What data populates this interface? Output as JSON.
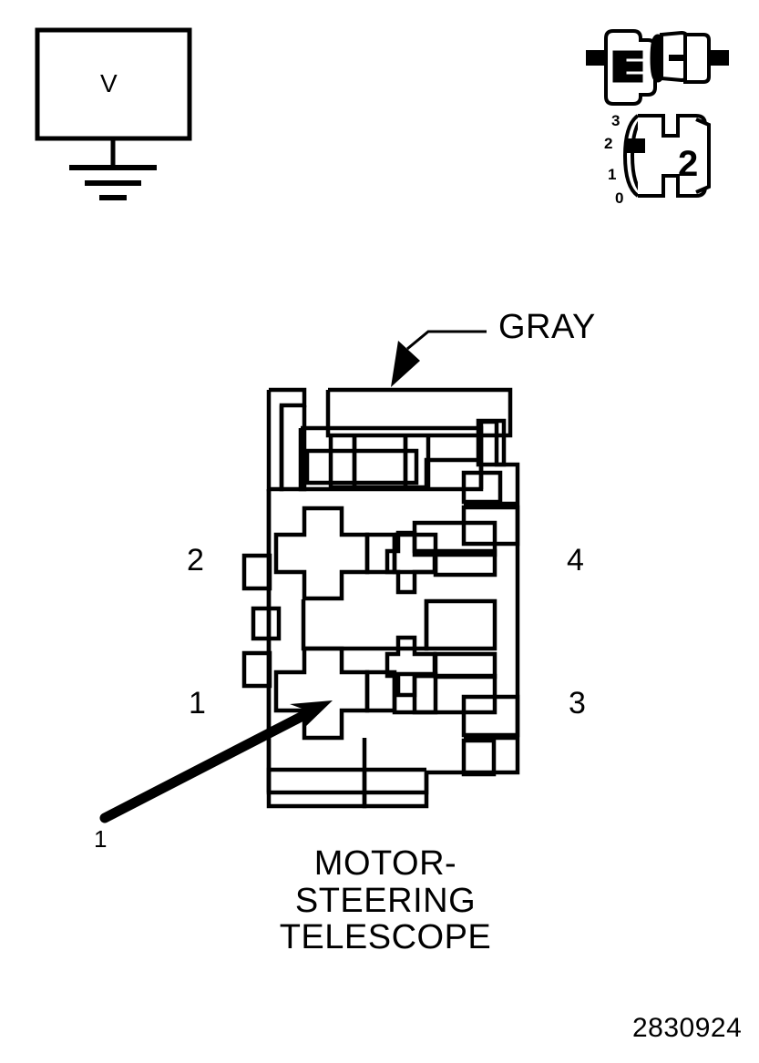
{
  "figure": {
    "number": "2830924",
    "caption_lines": [
      "MOTOR-",
      "STEERING",
      "TELESCOPE"
    ]
  },
  "voltmeter": {
    "symbol_label": "V",
    "ground_symbol": "earth-ground"
  },
  "connector_pair": {
    "description": "two-piece electrical connector",
    "left_half": "male-plug",
    "right_half": "female-boot"
  },
  "position_indicator": {
    "scale_labels": [
      "3",
      "2",
      "1",
      "0"
    ],
    "selected_position": "2",
    "marker": "black-square"
  },
  "wire_callout": {
    "label": "GRAY"
  },
  "terminals": {
    "top_left": "2",
    "bottom_left": "1",
    "top_right": "4",
    "bottom_right": "3"
  },
  "pointer": {
    "label": "1",
    "target": "terminal-1-cavity"
  },
  "colors": {
    "line": "#000000",
    "background": "#ffffff"
  }
}
